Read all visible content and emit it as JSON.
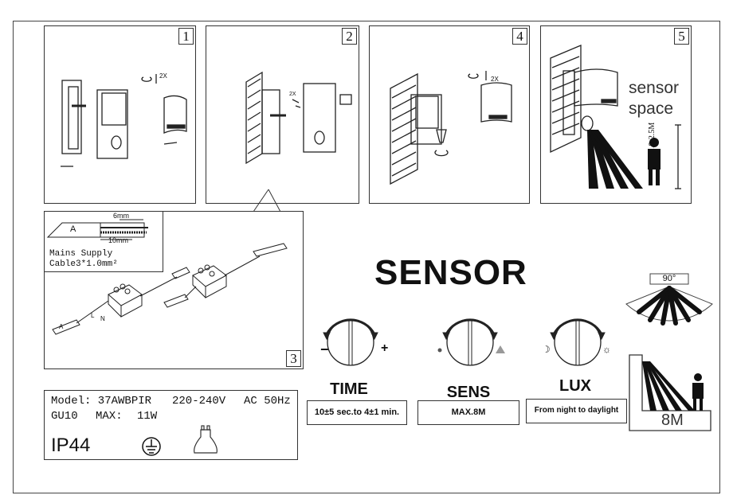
{
  "panels": [
    {
      "number": "1",
      "note": "2X"
    },
    {
      "number": "2",
      "note": "2X"
    },
    {
      "number": "3"
    },
    {
      "number": "4",
      "note": "2X"
    },
    {
      "number": "5",
      "sensor_text_1": "sensor",
      "sensor_text_2": "space",
      "height_range": "1.8-2.5M"
    }
  ],
  "cable": {
    "strip_short": "6mm",
    "strip_long": "10mm",
    "label_a": "A",
    "title_1": "Mains Supply",
    "title_2": "Cable3*1.0mm²"
  },
  "wiring": {
    "letters": [
      "A",
      "L",
      "N"
    ]
  },
  "sensor": {
    "title": "SENSOR",
    "dials": [
      {
        "label": "TIME",
        "value": "10±5 sec.to 4±1 min.",
        "min_symbol": "−",
        "max_symbol": "+"
      },
      {
        "label": "SENS",
        "value": "MAX.8M"
      },
      {
        "label": "LUX",
        "value": "From night to daylight",
        "min_symbol": "☽",
        "max_symbol": "☼"
      }
    ],
    "angle": "90°",
    "range": "8M"
  },
  "specs": {
    "line1_model": "Model: 37AWBPIR",
    "line1_voltage": "220-240V",
    "line1_ac": "AC 50Hz",
    "line2_base": "GU10",
    "line2_max": "MAX:",
    "line2_watt": "11W",
    "ip": "IP44",
    "icons": [
      "earth-ground-icon",
      "gu10-bulb-icon"
    ]
  }
}
